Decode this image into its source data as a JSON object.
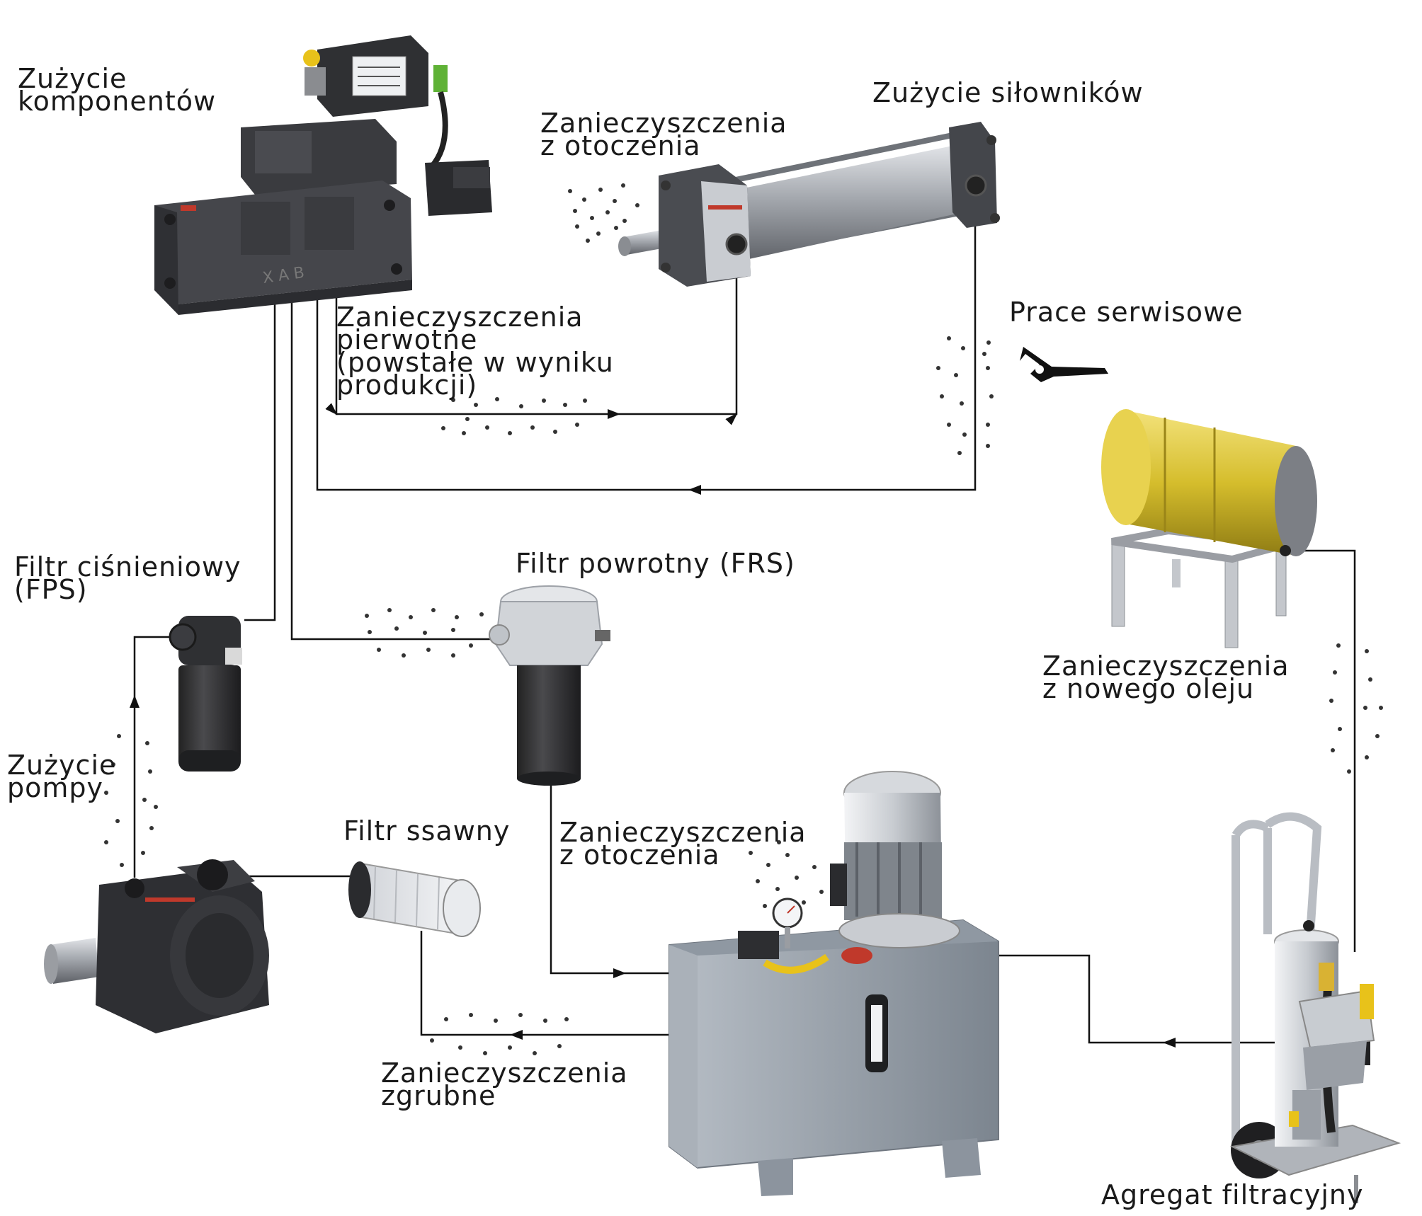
{
  "labels": {
    "component_wear": [
      "Zużycie",
      "komponentów"
    ],
    "actuator_wear": "Zużycie siłowników",
    "env_contamination_top": [
      "Zanieczyszczenia",
      "z otoczenia"
    ],
    "primary_contamination": [
      "Zanieczyszczenia",
      "pierwotne",
      "(powstałe w wyniku",
      "produkcji)"
    ],
    "service_work": "Prace serwisowe",
    "pressure_filter": [
      "Filtr ciśnieniowy",
      "(FPS)"
    ],
    "return_filter": "Filtr powrotny (FRS)",
    "new_oil_contamination": [
      "Zanieczyszczenia",
      "z nowego oleju"
    ],
    "pump_wear": [
      "Zużycie",
      "pompy"
    ],
    "suction_filter": "Filtr ssawny",
    "env_contamination_bottom": [
      "Zanieczyszczenia",
      "z otoczenia"
    ],
    "coarse_contamination": [
      "Zanieczyszczenia",
      "zgrubne"
    ],
    "filtration_unit": "Agregat filtracyjny"
  },
  "valve_ports": "X A B",
  "colors": {
    "line": "#111111",
    "dark_metal": "#3a3a3d",
    "mid_metal": "#6f7277",
    "light_metal": "#c9ccd1",
    "tank": "#9aa3ad",
    "barrel": "#d9c23a",
    "frame": "#c4c7cc",
    "accent_red": "#c0392b",
    "accent_yellow": "#e8c21a",
    "accent_green": "#5fb236"
  }
}
